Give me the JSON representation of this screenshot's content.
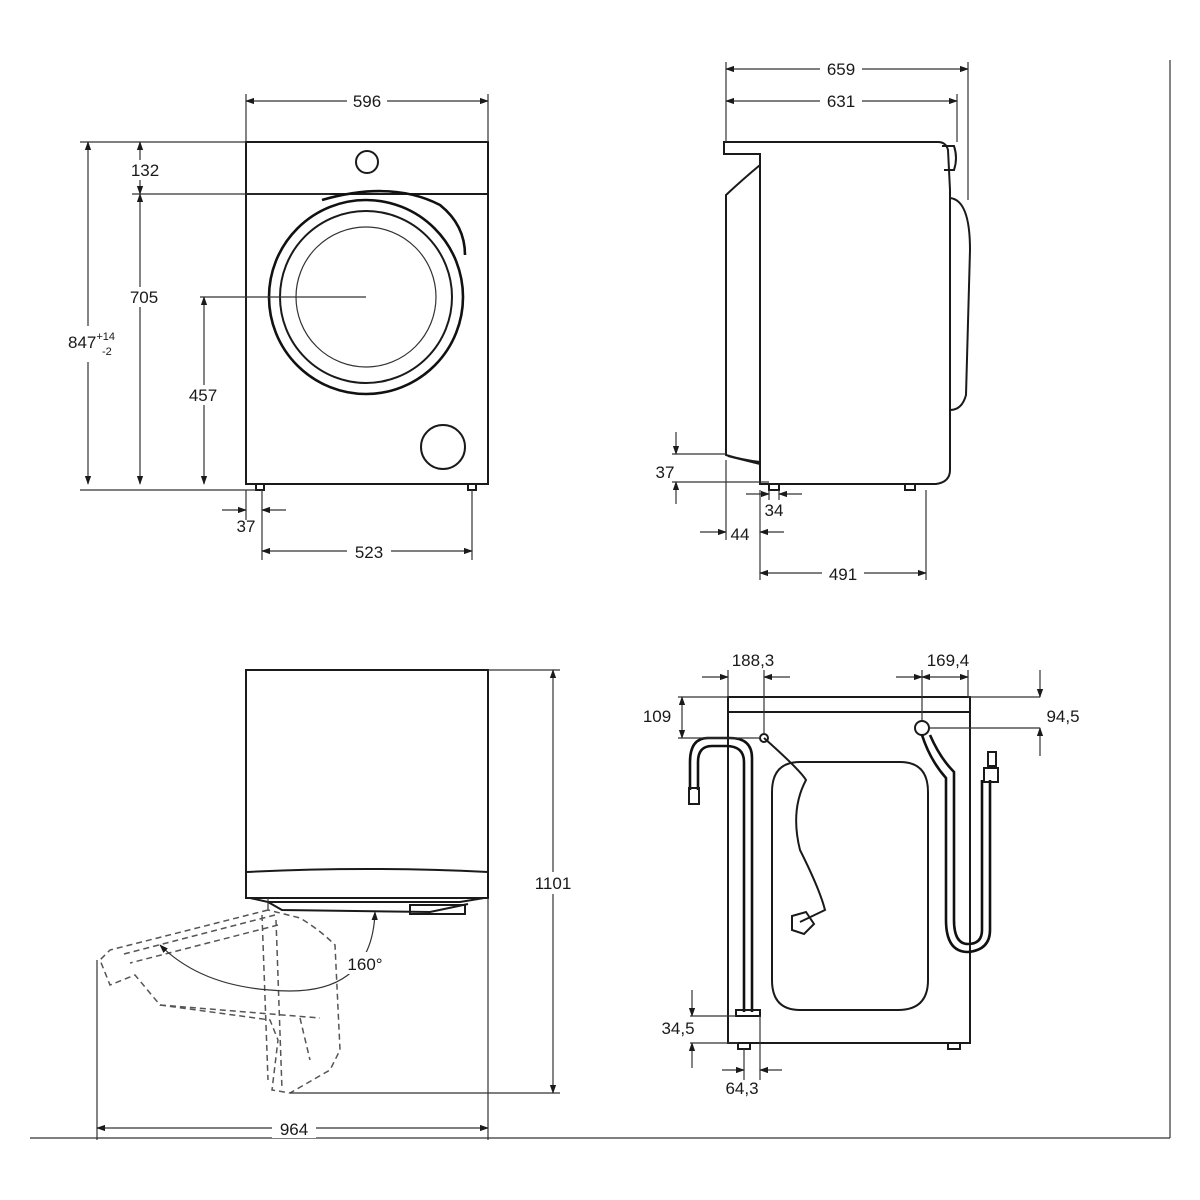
{
  "front_view": {
    "width": "596",
    "panel_height": "132",
    "door_height": "705",
    "total_height": "847",
    "total_height_tol_plus": "+14",
    "total_height_tol_minus": "-2",
    "door_center_height": "457",
    "foot_inset": "37",
    "foot_spacing": "523"
  },
  "side_view": {
    "depth_total": "659",
    "depth_body": "631",
    "foot_height": "37",
    "foot_width": "34",
    "front_offset": "44",
    "foot_depth": "491"
  },
  "top_view": {
    "height": "1101",
    "door_angle": "160°",
    "depth_door_open": "964"
  },
  "rear_view": {
    "hose_left_offset": "188,3",
    "hose_right_offset": "169,4",
    "left_top_offset": "109",
    "right_top_offset": "94,5",
    "bottom_hose_height": "34,5",
    "bottom_hose_offset": "64,3"
  },
  "colors": {
    "line": "#1a1a1a",
    "background": "#ffffff"
  }
}
